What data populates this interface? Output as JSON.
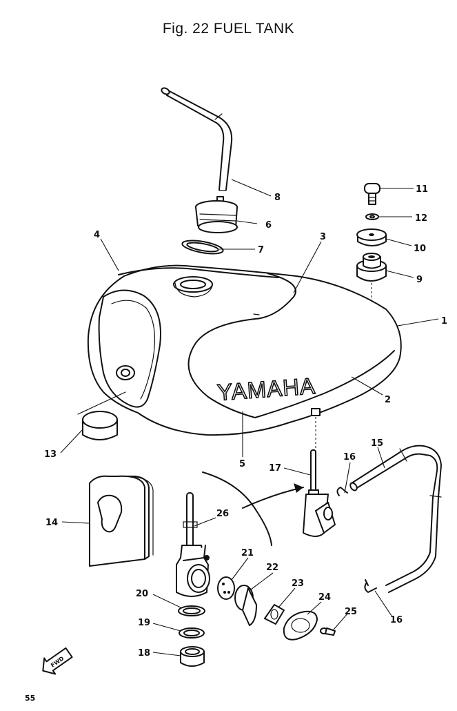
{
  "title": "Fig. 22 FUEL TANK",
  "page_number": "55",
  "tank_logo": "YAMAHA",
  "fwd_badge": "FWD",
  "callouts": [
    {
      "id": "c1",
      "label": "1"
    },
    {
      "id": "c2",
      "label": "2"
    },
    {
      "id": "c3",
      "label": "3"
    },
    {
      "id": "c4",
      "label": "4"
    },
    {
      "id": "c5",
      "label": "5"
    },
    {
      "id": "c6",
      "label": "6"
    },
    {
      "id": "c7",
      "label": "7"
    },
    {
      "id": "c8",
      "label": "8"
    },
    {
      "id": "c9",
      "label": "9"
    },
    {
      "id": "c10",
      "label": "10"
    },
    {
      "id": "c11",
      "label": "11"
    },
    {
      "id": "c12",
      "label": "12"
    },
    {
      "id": "c13",
      "label": "13"
    },
    {
      "id": "c14",
      "label": "14"
    },
    {
      "id": "c15",
      "label": "15"
    },
    {
      "id": "c16a",
      "label": "16"
    },
    {
      "id": "c16b",
      "label": "16"
    },
    {
      "id": "c17",
      "label": "17"
    },
    {
      "id": "c18",
      "label": "18"
    },
    {
      "id": "c19",
      "label": "19"
    },
    {
      "id": "c20",
      "label": "20"
    },
    {
      "id": "c21",
      "label": "21"
    },
    {
      "id": "c22",
      "label": "22"
    },
    {
      "id": "c23",
      "label": "23"
    },
    {
      "id": "c24",
      "label": "24"
    },
    {
      "id": "c25",
      "label": "25"
    },
    {
      "id": "c26",
      "label": "26"
    }
  ]
}
